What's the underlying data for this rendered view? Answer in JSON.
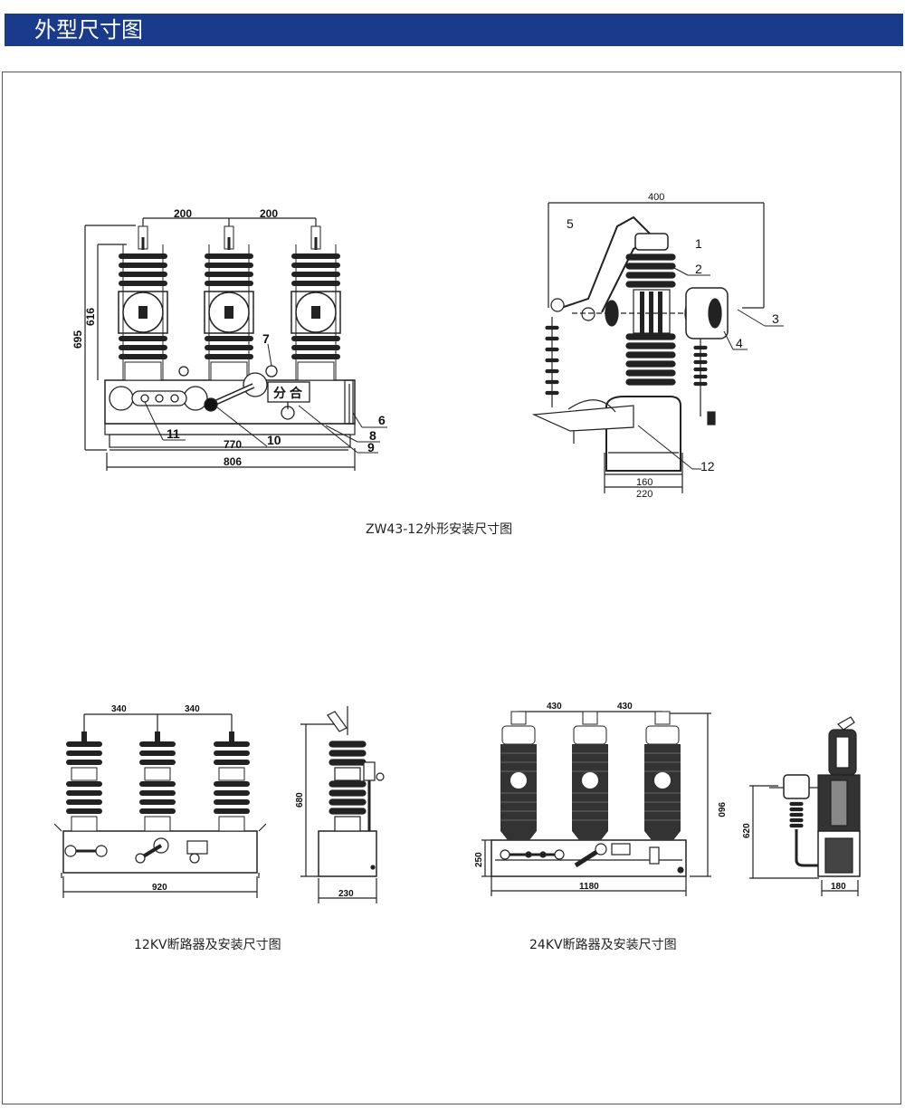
{
  "header": {
    "title": "外型尺寸图",
    "bg_color": "#1a3a8c"
  },
  "captions": {
    "zw43": "ZW43-12外形安装尺寸图",
    "kv12": "12KV断路器及安装尺寸图",
    "kv24": "24KV断路器及安装尺寸图"
  },
  "fig1": {
    "dims": {
      "spacing_a": "200",
      "spacing_b": "200",
      "h_outer": "695",
      "h_inner": "616",
      "w_inner": "770",
      "w_outer": "806"
    },
    "callouts": [
      "7",
      "6",
      "8",
      "9",
      "10",
      "11"
    ],
    "nameplate": "分 合"
  },
  "fig2": {
    "dims": {
      "top": "400",
      "b1": "160",
      "b2": "220"
    },
    "callouts": [
      "5",
      "1",
      "2",
      "3",
      "4",
      "12"
    ]
  },
  "fig3": {
    "dims": {
      "s1": "340",
      "s2": "340",
      "width": "920",
      "height": "680",
      "depth": "230"
    }
  },
  "fig4": {
    "dims": {
      "s1": "430",
      "s2": "430",
      "width": "1180",
      "height": "960",
      "base": "250",
      "side_h": "620",
      "side_w": "180"
    }
  }
}
